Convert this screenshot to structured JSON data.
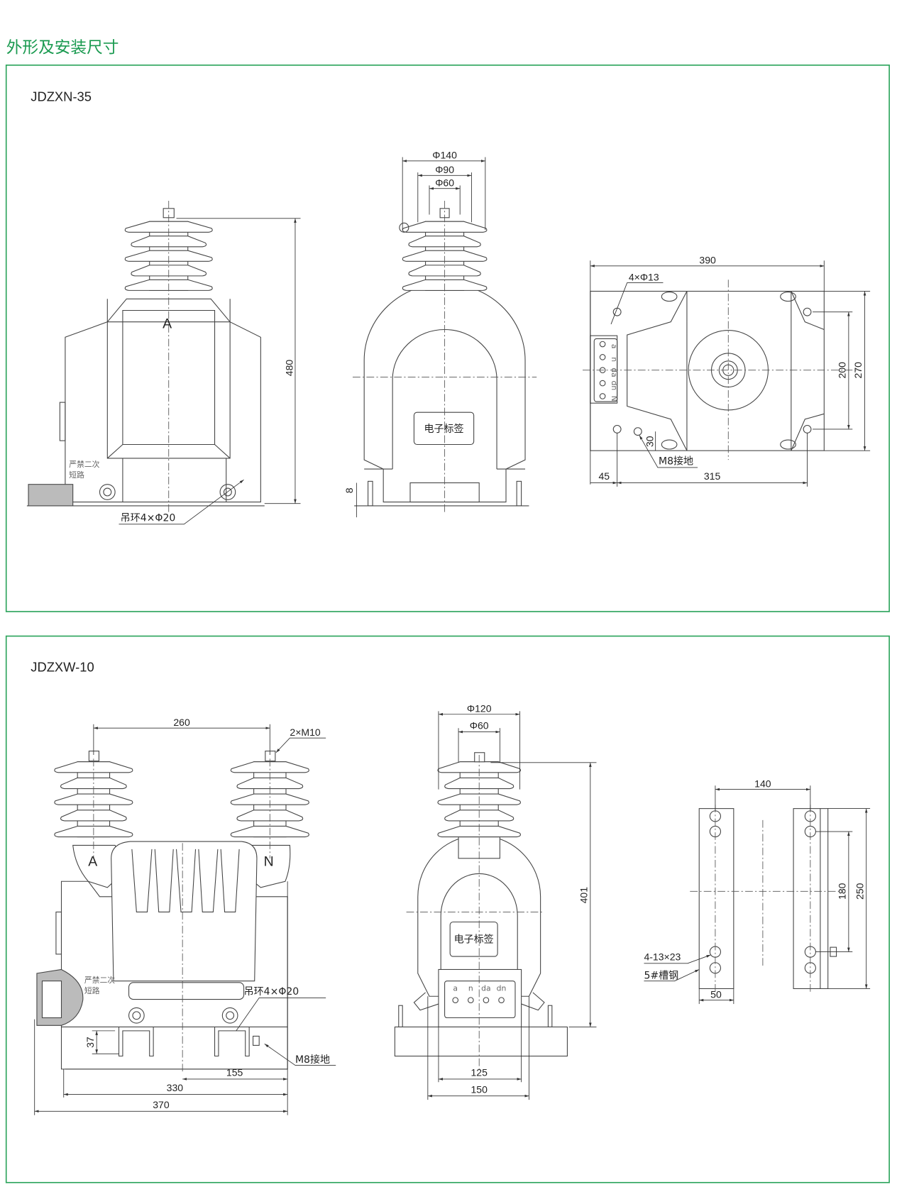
{
  "page_title": "外形及安装尺寸",
  "colors": {
    "accent": "#1a9a50",
    "frame": "#2aa35a"
  },
  "sections": [
    {
      "model": "JDZXN-35",
      "front_view": {
        "phase_label": "A",
        "height_dim": "480",
        "warning_line1": "严禁二次",
        "warning_line2": "短路",
        "lifting_ring": "吊环4×Φ20"
      },
      "side_view": {
        "dia_outer": "Φ140",
        "dia_mid": "Φ90",
        "dia_inner": "Φ60",
        "label_plate": "电子标签",
        "base_dim": "8"
      },
      "top_view": {
        "width_dim": "390",
        "holes": "4×Φ13",
        "hole_spacing_v": "200",
        "depth_dim": "270",
        "edge_offset": "45",
        "hole_spacing_h": "315",
        "ground_offset": "30",
        "ground": "M8接地",
        "terminals": [
          "a",
          "n",
          "da",
          "dn",
          "N"
        ]
      }
    },
    {
      "model": "JDZXW-10",
      "front_view": {
        "terminal_spacing": "260",
        "terminal_bolt": "2×M10",
        "phase_left": "A",
        "phase_right": "N",
        "warning_line1": "严禁二次",
        "warning_line2": "短路",
        "lifting_ring": "吊环4×Φ20",
        "foot_height": "37",
        "ground": "M8接地",
        "half_width": "155",
        "base_width": "330",
        "overall_width": "370"
      },
      "side_view": {
        "dia_outer": "Φ120",
        "dia_inner": "Φ60",
        "height_dim": "401",
        "label_plate": "电子标签",
        "terminals": [
          "a",
          "n",
          "da",
          "dn"
        ],
        "inner_width": "125",
        "outer_width": "150"
      },
      "mounting_view": {
        "rail_spacing": "140",
        "hole_spacing": "180",
        "rail_length": "250",
        "slots": "4-13×23",
        "channel": "5#槽钢",
        "rail_width": "50"
      }
    }
  ]
}
